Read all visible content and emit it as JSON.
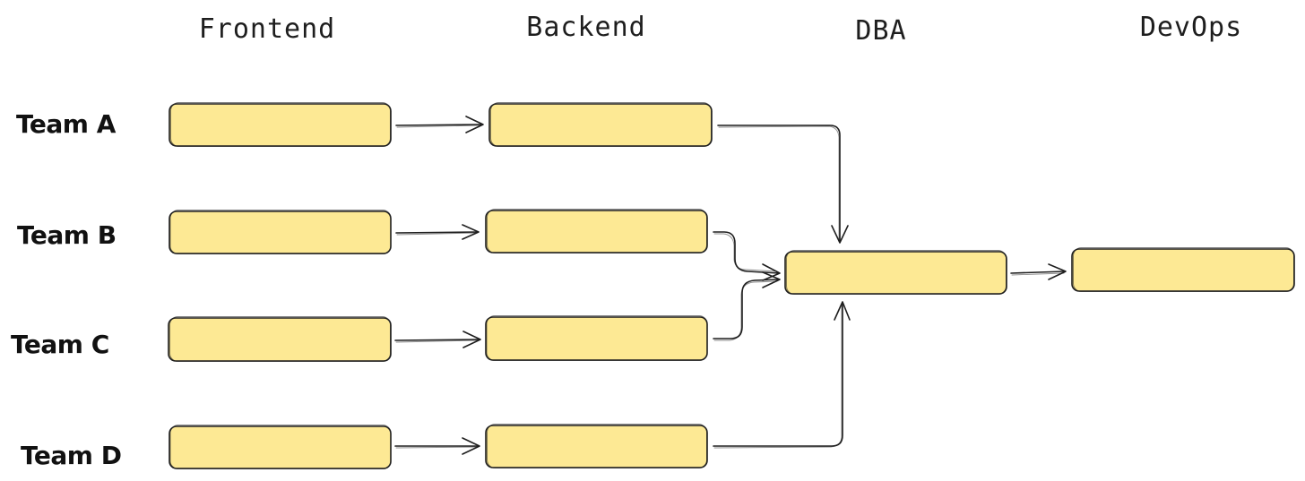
{
  "columns": {
    "frontend": "Frontend",
    "backend": "Backend",
    "dba": "DBA",
    "devops": "DevOps"
  },
  "teams": {
    "a": "Team A",
    "b": "Team B",
    "c": "Team C",
    "d": "Team D"
  },
  "colors": {
    "box_fill": "#fde994",
    "stroke": "#1e1e1e"
  }
}
